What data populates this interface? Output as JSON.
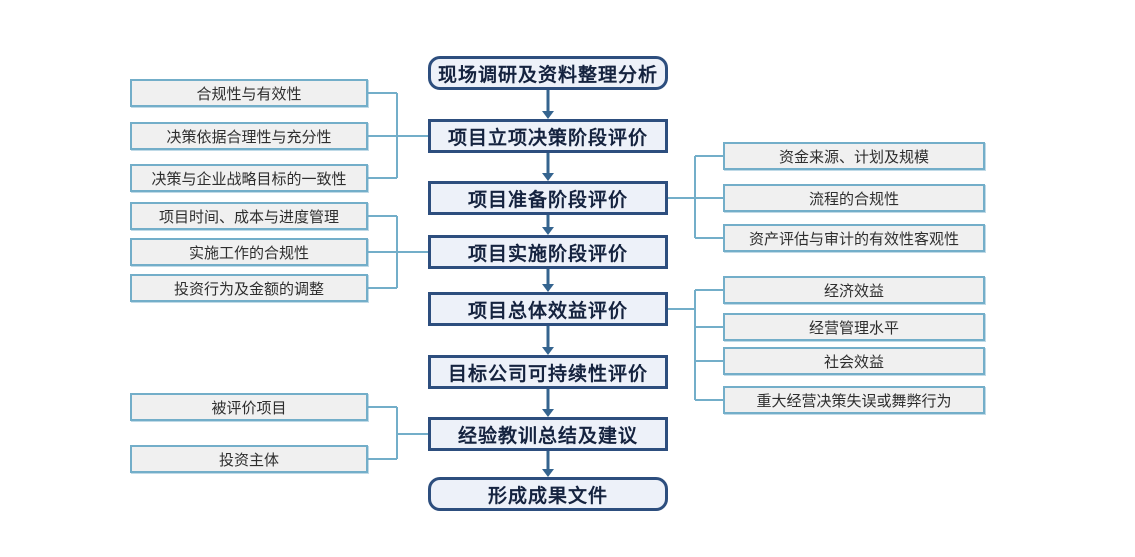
{
  "flowchart": {
    "main_steps": [
      {
        "label": "现场调研及资料整理分析",
        "shape": "rounded"
      },
      {
        "label": "项目立项决策阶段评价",
        "shape": "rect"
      },
      {
        "label": "项目准备阶段评价",
        "shape": "rect"
      },
      {
        "label": "项目实施阶段评价",
        "shape": "rect"
      },
      {
        "label": "项目总体效益评价",
        "shape": "rect"
      },
      {
        "label": "目标公司可持续性评价",
        "shape": "rect"
      },
      {
        "label": "经验教训总结及建议",
        "shape": "rect"
      },
      {
        "label": "形成成果文件",
        "shape": "rounded"
      }
    ],
    "left_groups": [
      {
        "connects_to": "项目立项决策阶段评价",
        "items": [
          "合规性与有效性",
          "决策依据合理性与充分性",
          "决策与企业战略目标的一致性"
        ]
      },
      {
        "connects_to": "项目实施阶段评价",
        "items": [
          "项目时间、成本与进度管理",
          "实施工作的合规性",
          "投资行为及金额的调整"
        ]
      },
      {
        "connects_to": "经验教训总结及建议",
        "items": [
          "被评价项目",
          "投资主体"
        ]
      }
    ],
    "right_groups": [
      {
        "connects_to": "项目准备阶段评价",
        "items": [
          "资金来源、计划及规模",
          "流程的合规性",
          "资产评估与审计的有效性客观性"
        ]
      },
      {
        "connects_to": "项目总体效益评价",
        "items": [
          "经济效益",
          "经营管理水平",
          "社会效益",
          "重大经营决策失误或舞弊行为"
        ]
      }
    ],
    "colors": {
      "main_border": "#2d4e7e",
      "main_fill": "#edf1f9",
      "main_text": "#15233f",
      "side_border": "#73aec9",
      "side_fill": "#f0f0f0",
      "side_text": "#2e2e2e",
      "arrow": "#35648f",
      "connector": "#73aec9",
      "background": "#ffffff"
    }
  }
}
